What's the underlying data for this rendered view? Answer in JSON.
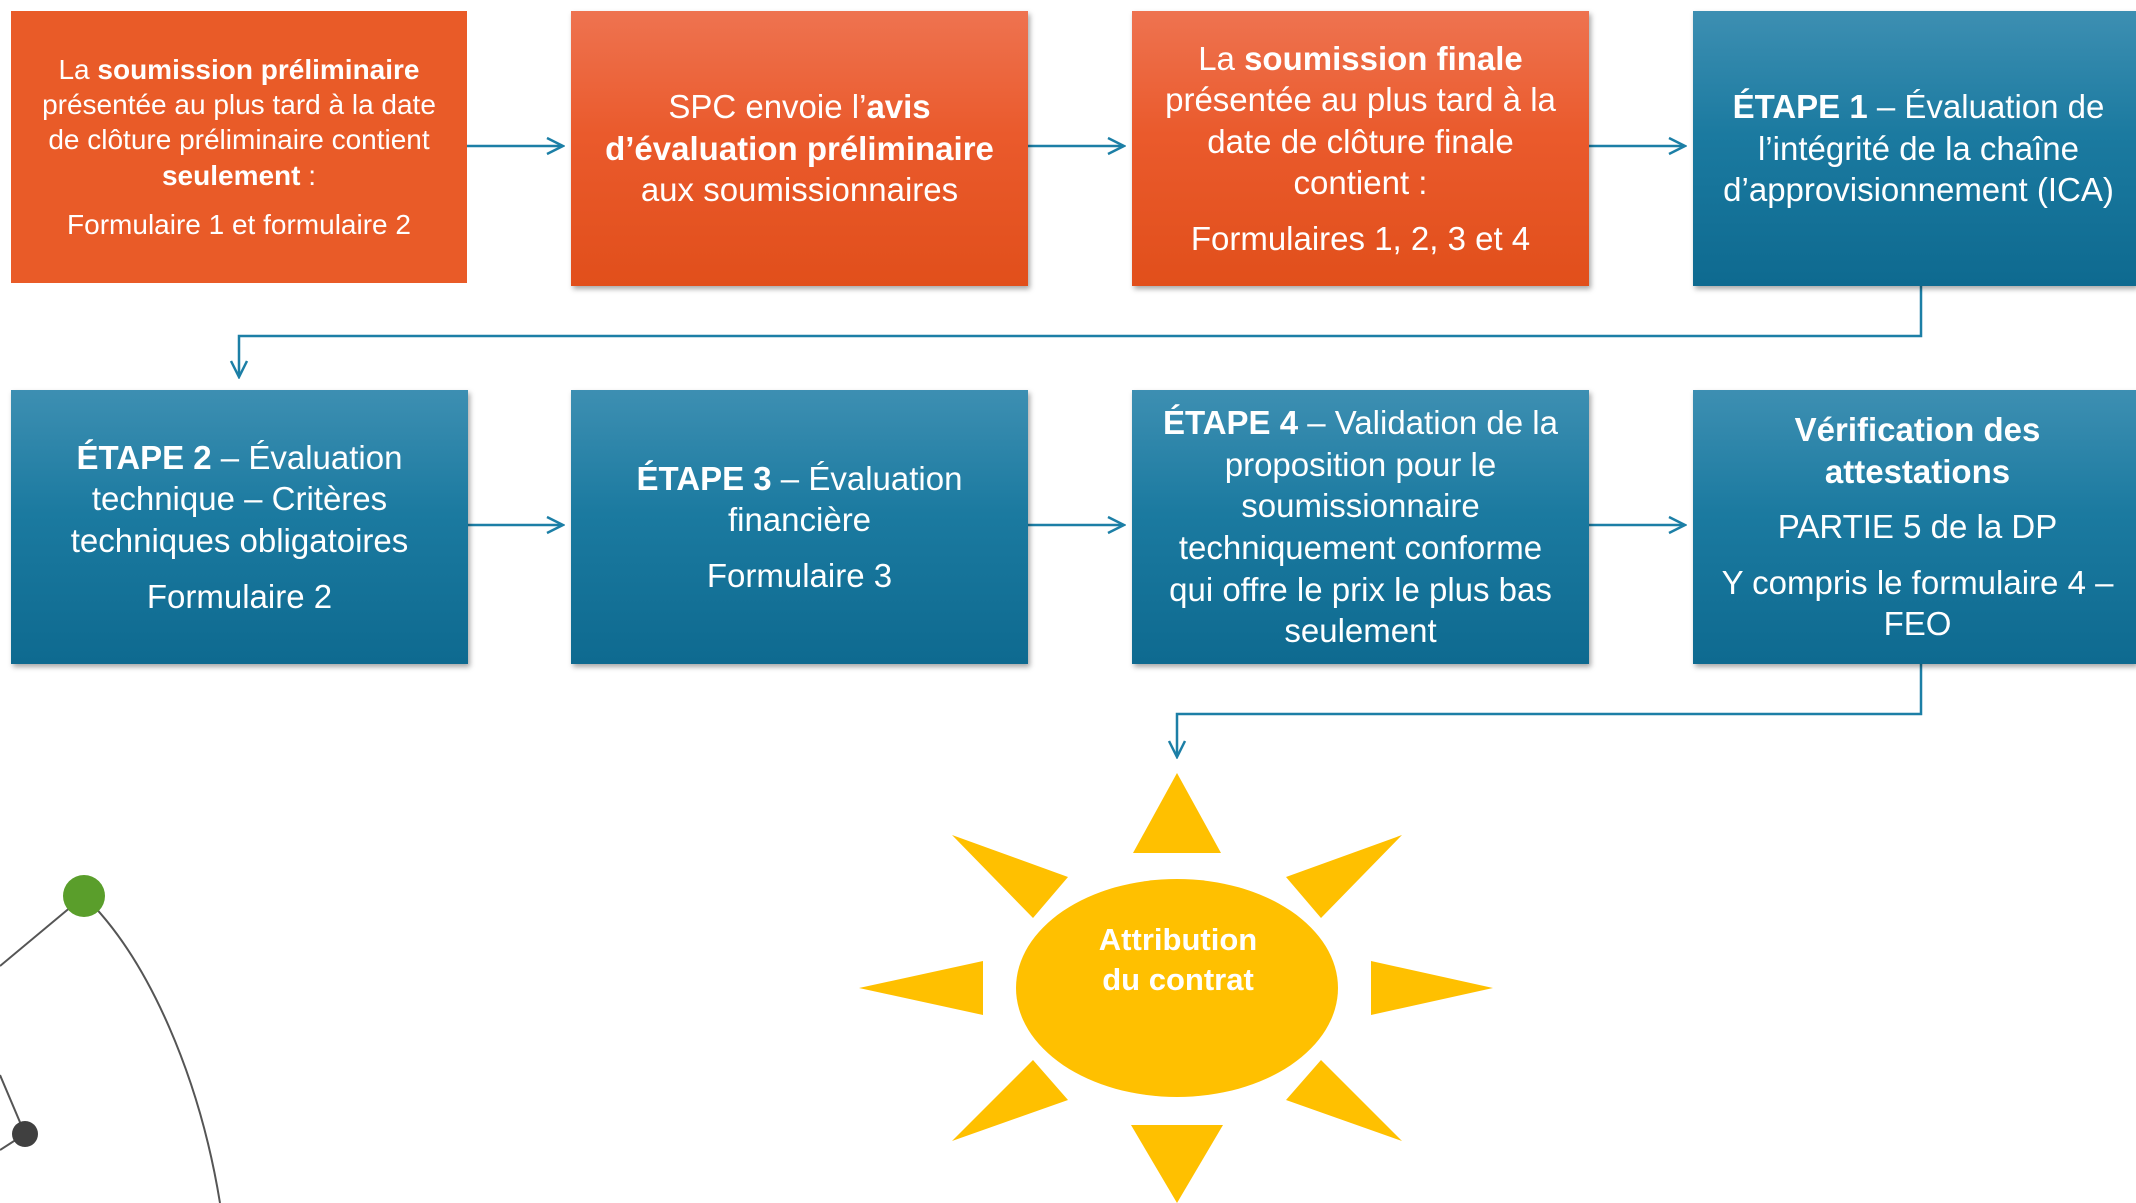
{
  "steps": [
    {
      "id": "preliminary-submission",
      "intro": "La ",
      "bold1": "soumission préliminaire",
      "mid": " présentée au plus tard à la date de clôture préliminaire contient ",
      "bold2": "seulement",
      "end": " :",
      "forms": "Formulaire 1 et formulaire 2"
    },
    {
      "id": "preliminary-notice",
      "intro": "SPC envoie l’",
      "bold": "avis d’évaluation préliminaire",
      "end": " aux soumissionnaires"
    },
    {
      "id": "final-submission",
      "intro": "La ",
      "bold": "soumission finale",
      "end": " présentée au plus tard à la date de clôture finale contient :",
      "forms": "Formulaires 1, 2, 3 et 4"
    },
    {
      "id": "step-1",
      "label": "ÉTAPE 1",
      "text": " – Évaluation de l’intégrité de la chaîne d’approvisionnement (ICA)"
    },
    {
      "id": "step-2",
      "label": "ÉTAPE 2",
      "text": " – Évaluation technique – Critères techniques obligatoires",
      "forms": "Formulaire 2"
    },
    {
      "id": "step-3",
      "label": "ÉTAPE 3",
      "text": " – Évaluation financière",
      "forms": "Formulaire 3"
    },
    {
      "id": "step-4",
      "label": "ÉTAPE 4",
      "text": " – Validation de la proposition pour le soumissionnaire techniquement conforme qui offre le prix le plus bas seulement"
    },
    {
      "id": "attestations",
      "title": "Vérification des attestations",
      "part": "PARTIE 5 de la DP",
      "forms": "Y compris le formulaire 4 – FEO"
    }
  ],
  "outcome": {
    "line1": "Attribution",
    "line2": "du contrat"
  },
  "colors": {
    "orange": "#e95b28",
    "blue": "#1b7aa0",
    "connector": "#1c7fa6",
    "sun": "#ffc000",
    "dot_green": "#5a9e2b",
    "dot_dark": "#404040"
  }
}
